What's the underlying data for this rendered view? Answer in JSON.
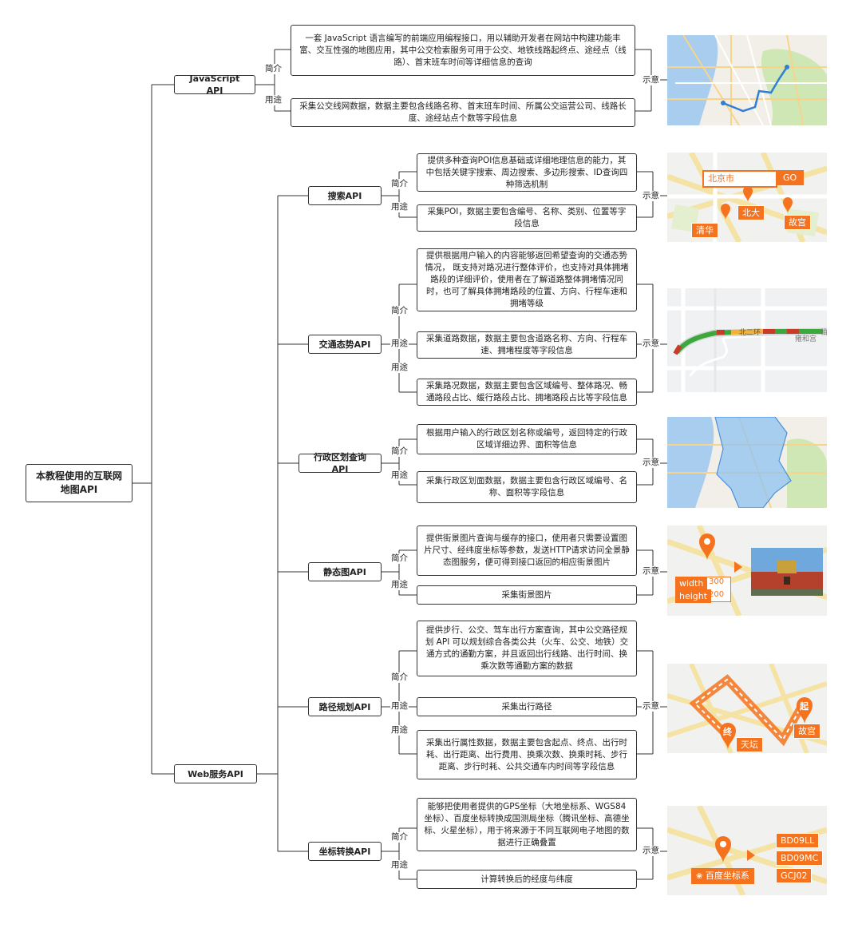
{
  "root": "本教程使用的互联网地图API",
  "labels": {
    "intro": "简介",
    "usage": "用途",
    "illus": "示意"
  },
  "js_api": {
    "title": "JavaScript API",
    "intro": "一套 JavaScript 语言编写的前端应用编程接口，用以辅助开发者在网站中构建功能丰富、交互性强的地图应用，其中公交检索服务可用于公交、地铁线路起终点、途经点（线路）、首末班车时间等详细信息的查询",
    "usage": "采集公交线网数据，数据主要包含线路名称、首末班车时间、所属公交运营公司、线路长度、途经站点个数等字段信息"
  },
  "web_api": {
    "title": "Web服务API",
    "search": {
      "title": "搜索API",
      "intro": "提供多种查询POI信息基础或详细地理信息的能力，其中包括关键字搜索、周边搜索、多边形搜索、ID查询四种筛选机制",
      "usage": "采集POI，数据主要包含编号、名称、类别、位置等字段信息",
      "illus": {
        "search_box": "北京市",
        "go": "GO",
        "places": [
          "北大",
          "清华",
          "故宫"
        ]
      }
    },
    "traffic": {
      "title": "交通态势API",
      "intro": "提供根据用户输入的内容能够返回希望查询的交通态势情况， 既支持对路况进行整体评价，也支持对具体拥堵路段的详细评价，使用者在了解道路整体拥堵情况同时，也可了解具体拥堵路段的位置、方向、行程车速和拥堵等级",
      "usage1": "采集道路数据，数据主要包含道路名称、方向、行程车速、拥堵程度等字段信息",
      "usage2": "采集路况数据，数据主要包含区域编号、整体路况、畅通路段占比、缓行路段占比、拥堵路段占比等字段信息",
      "illus": {
        "map_text": [
          "北二环",
          "雍和宫",
          "柏"
        ]
      }
    },
    "district": {
      "title": "行政区划查询API",
      "intro": "根据用户输入的行政区划名称或编号，返回特定的行政区域详细边界、面积等信息",
      "usage": "采集行政区划面数据，数据主要包含行政区域编号、名称、面积等字段信息"
    },
    "static": {
      "title": "静态图API",
      "intro": "提供街景图片查询与缓存的接口，使用者只需要设置图片尺寸、经纬度坐标等参数，发送HTTP请求访问全景静态图服务，便可得到接口返回的相应街景图片",
      "usage": "采集街景图片",
      "illus": {
        "width_label": "width",
        "width_value": "300",
        "height_label": "height",
        "height_value": "200"
      }
    },
    "route": {
      "title": "路径规划API",
      "intro": "提供步行、公交、驾车出行方案查询，其中公交路径规划 API 可以规划综合各类公共（火车、公交、地铁）交通方式的通勤方案，并且返回出行线路、出行时间、换乘次数等通勤方案的数据",
      "usage1": "采集出行路径",
      "usage2": "采集出行属性数据，数据主要包含起点、终点、出行时耗、出行距离、出行费用、换乘次数、换乘时耗、步行距离、步行时耗、公共交通车内时间等字段信息",
      "illus": {
        "start": "起",
        "end": "终",
        "start_place": "故宫",
        "end_place": "天坛"
      }
    },
    "coord": {
      "title": "坐标转换API",
      "intro": "能够把使用者提供的GPS坐标（大地坐标系、WGS84坐标）、百度坐标转换成国测局坐标（腾讯坐标、高德坐标、火星坐标），用于将来源于不同互联网电子地图的数据进行正确叠置",
      "usage": "计算转换后的经度与纬度",
      "illus": {
        "source": "百度坐标系",
        "outputs": [
          "BD09LL",
          "BD09MC",
          "GCJ02"
        ]
      }
    }
  },
  "colors": {
    "accent": "#f5731e",
    "line": "#333333",
    "map_water": "#9cc7ea",
    "map_green": "#cfe7b4",
    "region": "#8fc3f0"
  }
}
